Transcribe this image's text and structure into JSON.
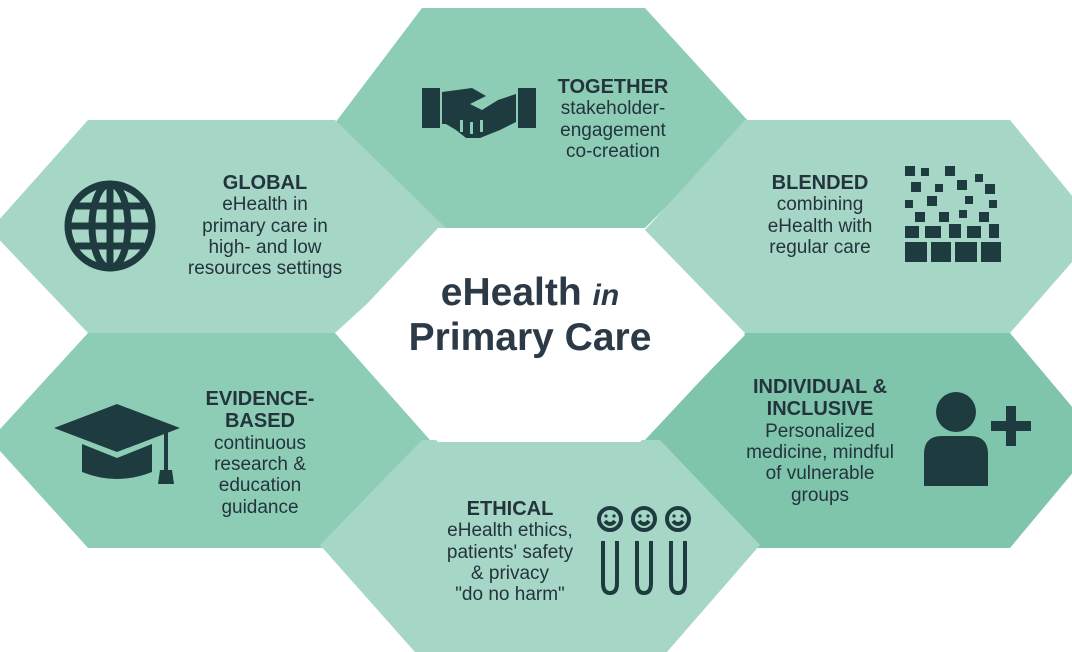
{
  "colors": {
    "hex_light": "#a6d6c5",
    "hex_mid": "#8dcdb6",
    "hex_dark": "#7fc5ac",
    "icon": "#1e3c40",
    "center_text": "#2b3a46"
  },
  "center": {
    "line1_word": "eHealth",
    "line1_italic": "in",
    "line2": "Primary Care"
  },
  "segments": {
    "together": {
      "title": "TOGETHER",
      "lines": [
        "stakeholder-",
        "engagement",
        "co-creation"
      ],
      "icon": "handshake-icon"
    },
    "global": {
      "title": "GLOBAL",
      "lines": [
        "eHealth in",
        "primary care in",
        "high- and low",
        "resources settings"
      ],
      "icon": "globe-icon"
    },
    "blended": {
      "title": "BLENDED",
      "lines": [
        "combining",
        "eHealth with",
        "regular care"
      ],
      "icon": "pixel-blend-icon"
    },
    "evidence": {
      "title_lines": [
        "EVIDENCE-",
        "BASED"
      ],
      "lines": [
        "continuous",
        "research &",
        "education",
        "guidance"
      ],
      "icon": "graduation-cap-icon"
    },
    "individual": {
      "title_lines": [
        "INDIVIDUAL &",
        "INCLUSIVE"
      ],
      "lines": [
        "Personalized",
        "medicine, mindful",
        "of vulnerable",
        "groups"
      ],
      "icon": "person-plus-icon"
    },
    "ethical": {
      "title": "ETHICAL",
      "lines": [
        "eHealth ethics,",
        "patients' safety",
        "& privacy",
        "\"do no harm\""
      ],
      "icon": "test-tubes-smiley-icon"
    }
  }
}
